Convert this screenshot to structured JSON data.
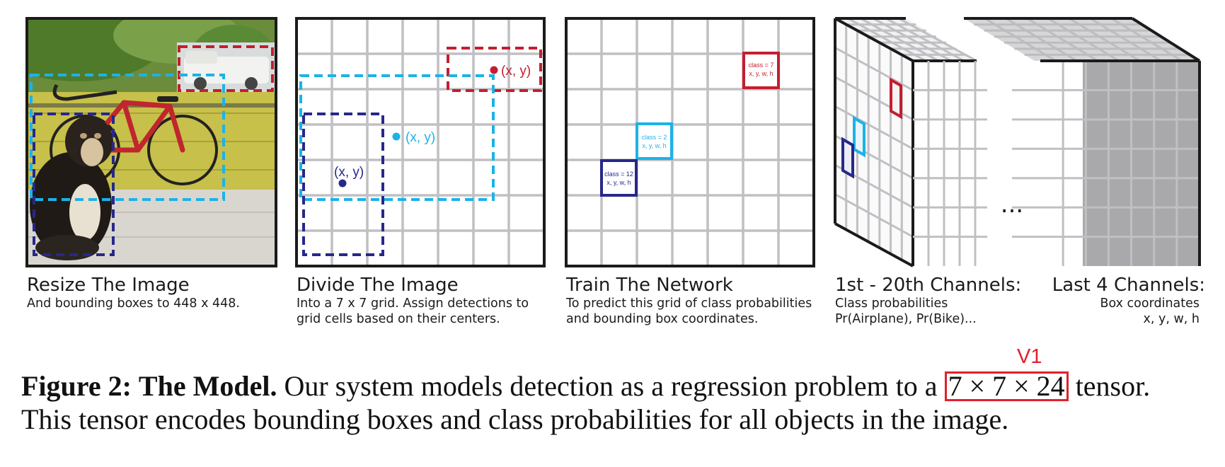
{
  "panels": [
    {
      "title": "Resize The Image",
      "subtitle": [
        "And bounding boxes to 448 x 448."
      ]
    },
    {
      "title": "Divide The Image",
      "subtitle": [
        "Into a 7 x 7 grid. Assign detections to",
        "grid cells based on their centers."
      ],
      "points": [
        "(x, y)",
        "(x, y)",
        "(x, y)"
      ]
    },
    {
      "title": "Train The Network",
      "subtitle": [
        "To predict this grid of class probabilities",
        "and bounding box coordinates."
      ],
      "cell_labels": [
        {
          "line1": "class = 7",
          "line2": "x, y, w, h"
        },
        {
          "line1": "class = 2",
          "line2": "x, y, w, h"
        },
        {
          "line1": "class = 12",
          "line2": "x, y, w, h"
        }
      ]
    },
    {
      "title": "1st - 20th Channels:",
      "subtitle": [
        "Class probabilities",
        "Pr(Airplane), Pr(Bike)..."
      ]
    },
    {
      "title": "Last 4 Channels:",
      "subtitle": [
        "Box coordinates",
        "x, y, w, h"
      ]
    }
  ],
  "ellipsis": "...",
  "caption": {
    "label": "Figure 2:",
    "heading": "The Model.",
    "text_before": "Our system models detection as a regression problem to a",
    "tensor": "7 × 7 × 24",
    "text_after": "tensor.",
    "line2": "This tensor encodes bounding boxes and class probabilities for all objects in the image."
  },
  "annotation": "V1",
  "colors": {
    "grid": "#c0c0c4",
    "frame": "#1b1b1b",
    "red": "#c41e2f",
    "cyan": "#1cb2e8",
    "navy": "#26288a",
    "highlight": "#e0202c",
    "shade": "#a9a9ac"
  }
}
